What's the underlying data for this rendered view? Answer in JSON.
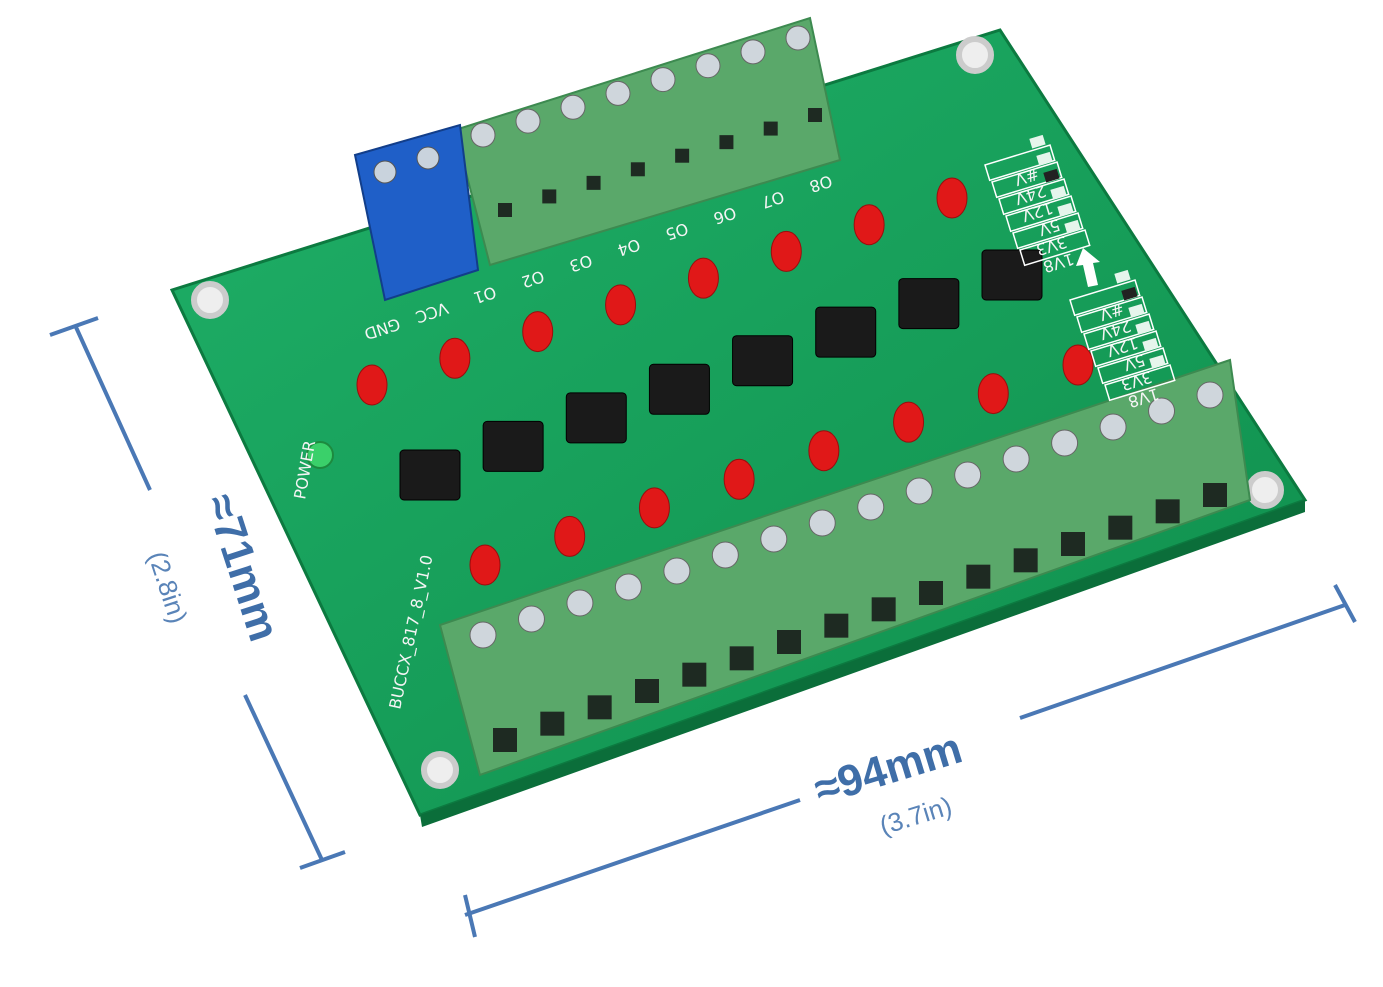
{
  "dimensions": {
    "height_label": "≈71mm",
    "height_sub": "(2.8in)",
    "width_label": "≈94mm",
    "width_sub": "(3.7in)",
    "line_color": "#4a78b5"
  },
  "board": {
    "pcb_color": "#16a05a",
    "terminal_color": "#5aa86a",
    "power_terminal_color": "#1f5fc8",
    "led_color": "#e01818",
    "power_led_color": "#3ad06a",
    "top_terminal_labels": [
      "GND",
      "VCC",
      "O1",
      "O2",
      "O3",
      "O4",
      "O5",
      "O6",
      "O7",
      "O8"
    ],
    "power_label": "POWER",
    "version_label": "BUCCX_817_8_V1.0",
    "voltage_options": [
      "#V",
      "24V",
      "12V",
      "5V",
      "3V3",
      "1V8"
    ],
    "output_voltage_selected": "12V",
    "input_voltage_selected": "24V"
  }
}
